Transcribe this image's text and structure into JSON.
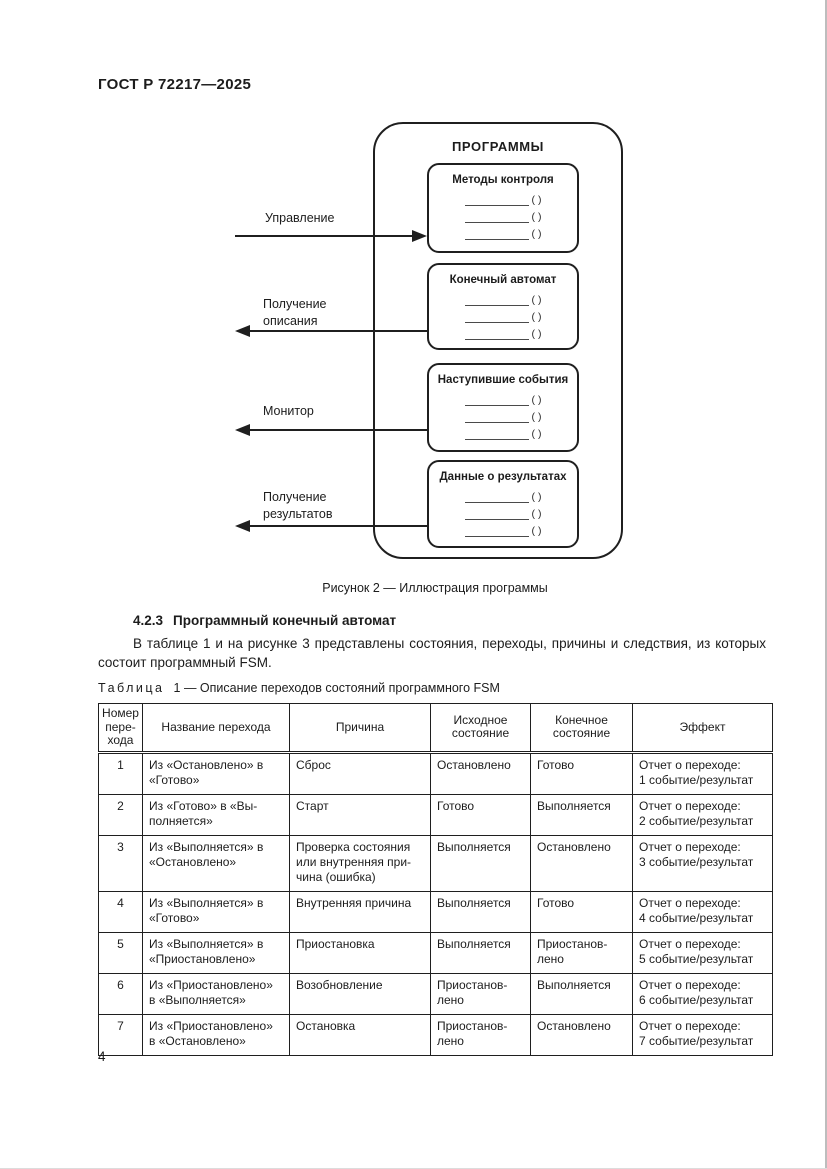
{
  "page": {
    "header": "ГОСТ Р 72217—2025",
    "number": "4"
  },
  "figure": {
    "title": "ПРОГРАММЫ",
    "boxes": [
      {
        "title": "Методы контроля"
      },
      {
        "title": "Конечный автомат"
      },
      {
        "title": "Наступившие события"
      },
      {
        "title": "Данные о результатах"
      }
    ],
    "slots_per_box": 3,
    "slot_suffix": "( )",
    "arrows": [
      {
        "label": "Управление",
        "direction": "right"
      },
      {
        "label": "Получение\nописания",
        "direction": "left"
      },
      {
        "label": "Монитор",
        "direction": "left"
      },
      {
        "label": "Получение\nрезультатов",
        "direction": "left"
      }
    ],
    "caption": "Рисунок 2 — Иллюстрация программы"
  },
  "section": {
    "number": "4.2.3",
    "title": "Программный конечный автомат",
    "paragraph": "В таблице 1 и на рисунке 3 представлены состояния, переходы, причины и следствия, из которых состоит программный FSM."
  },
  "table": {
    "caption_word": "Таблица",
    "caption_rest": "1 — Описание переходов состояний программного FSM",
    "columns": [
      "Номер\nпере-\nхода",
      "Название перехода",
      "Причина",
      "Исходное\nсостояние",
      "Конечное\nсостояние",
      "Эффект"
    ],
    "rows": [
      [
        "1",
        "Из «Остановлено» в\n«Готово»",
        "Сброс",
        "Остановлено",
        "Готово",
        "Отчет о переходе:\n1 событие/результат"
      ],
      [
        "2",
        "Из «Готово» в «Вы-\nполняется»",
        "Старт",
        "Готово",
        "Выполняется",
        "Отчет о переходе:\n2 событие/результат"
      ],
      [
        "3",
        "Из «Выполняется» в\n«Остановлено»",
        "Проверка состояния\nили внутренняя при-\nчина (ошибка)",
        "Выполняется",
        "Остановлено",
        "Отчет о переходе:\n3 событие/результат"
      ],
      [
        "4",
        "Из «Выполняется» в\n«Готово»",
        "Внутренняя причина",
        "Выполняется",
        "Готово",
        "Отчет о переходе:\n4 событие/результат"
      ],
      [
        "5",
        "Из «Выполняется» в\n«Приостановлено»",
        "Приостановка",
        "Выполняется",
        "Приостанов-\nлено",
        "Отчет о переходе:\n5 событие/результат"
      ],
      [
        "6",
        "Из «Приостановлено»\nв «Выполняется»",
        "Возобновление",
        "Приостанов-\nлено",
        "Выполняется",
        "Отчет о переходе:\n6 событие/результат"
      ],
      [
        "7",
        "Из «Приостановлено»\nв «Остановлено»",
        "Остановка",
        "Приостанов-\nлено",
        "Остановлено",
        "Отчет о переходе:\n7 событие/результат"
      ]
    ]
  }
}
